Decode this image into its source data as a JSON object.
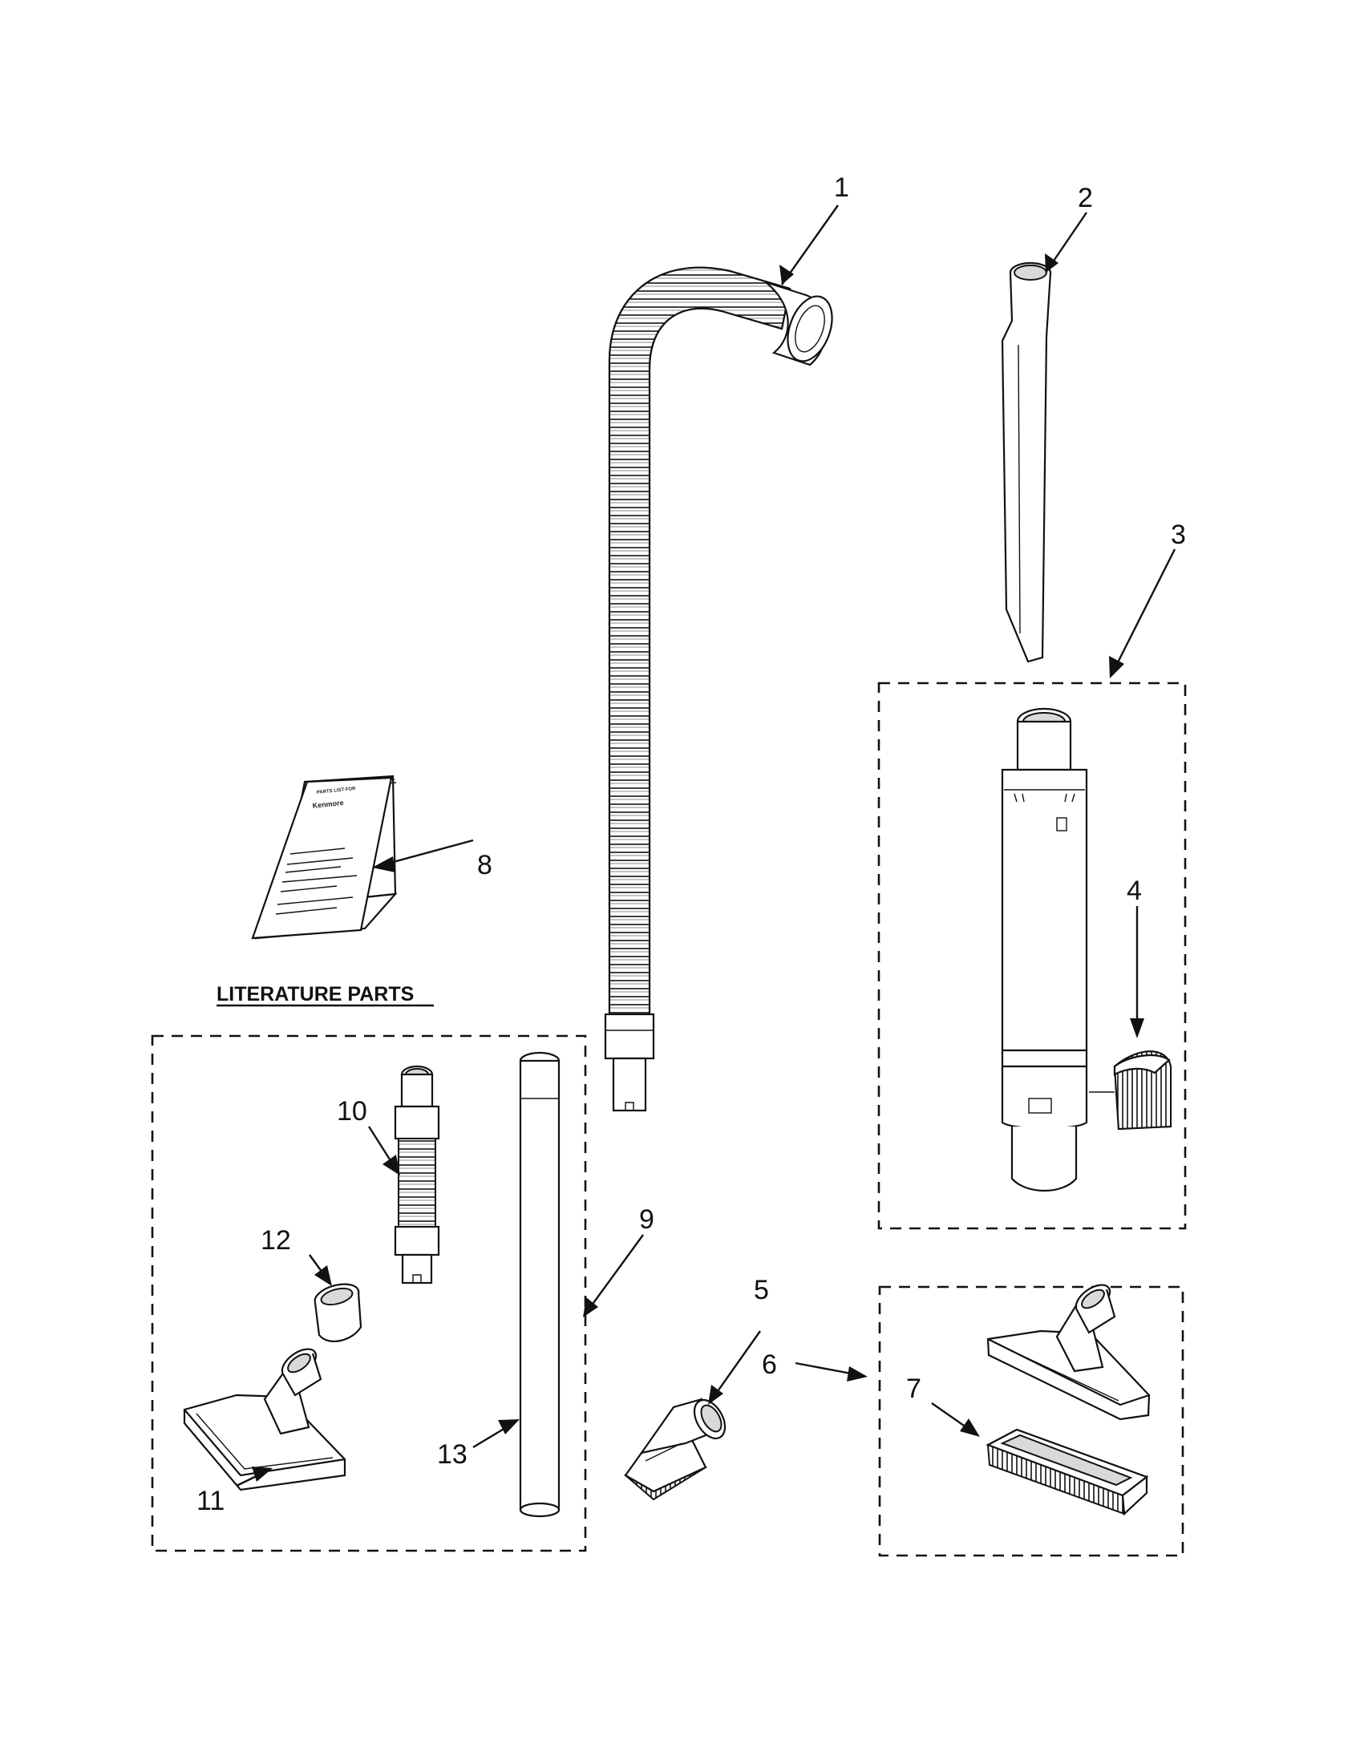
{
  "section_title": "LITERATURE PARTS",
  "callouts": [
    "1",
    "2",
    "3",
    "4",
    "5",
    "6",
    "7",
    "8",
    "9",
    "10",
    "11",
    "12",
    "13"
  ],
  "booklet": {
    "line1": "PARTS LIST FOR",
    "line2": "Kenmore"
  },
  "colors": {
    "line": "#111111",
    "background": "#ffffff"
  }
}
